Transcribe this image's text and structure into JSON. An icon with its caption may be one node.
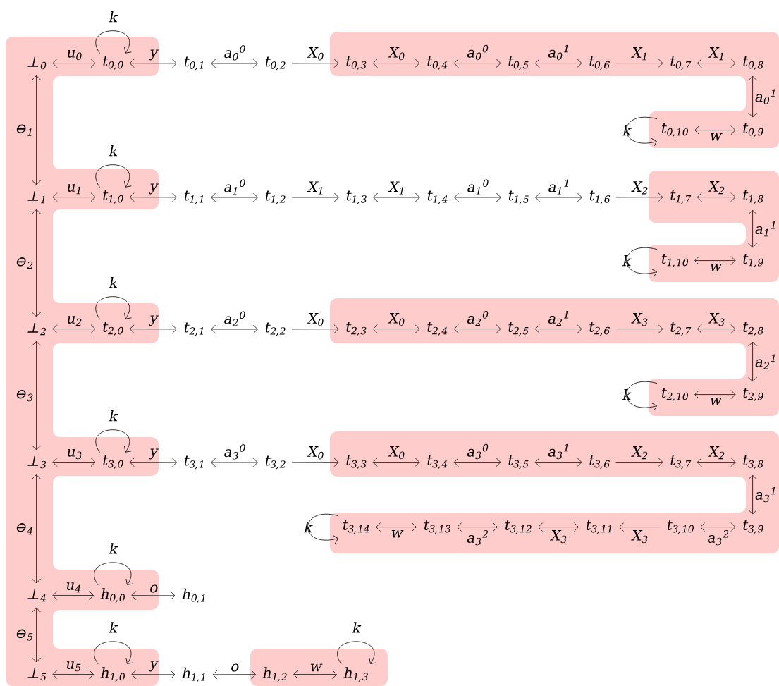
{
  "diagram": {
    "nodes": [
      {
        "text": [],
        "shape": "box"
      },
      {
        "text": [
          "⊥$_{0}$"
        ],
        "in": 0
      },
      {
        "text": [
          "t$_{0,0}$"
        ],
        "in": 0
      },
      {
        "text": [
          "t$_{0,1}$"
        ]
      },
      {
        "text": [
          "t$_{0,2}$"
        ]
      },
      {
        "text": [],
        "shape": "box"
      },
      {
        "text": [
          "t$_{0,3}$"
        ],
        "in": 5
      },
      {
        "text": [
          "t$_{0,4}$"
        ],
        "in": 5
      },
      {
        "text": [
          "t$_{0,5}$"
        ],
        "in": 5
      },
      {
        "text": [
          "t$_{0,6}$"
        ],
        "in": 5
      },
      {
        "text": [
          "t$_{0,7}$"
        ],
        "in": 5
      },
      {
        "text": [
          "t$_{0,8}$"
        ],
        "in": 5
      },
      {
        "text": [
          "t$_{0,10}$"
        ],
        "in": 5
      },
      {
        "text": [
          "t$_{0,9}$"
        ],
        "in": 5
      },
      {
        "text": [
          "⊥$_{1}$"
        ],
        "in": 0
      },
      {
        "text": [
          "t$_{1,0}$"
        ],
        "in": 0
      },
      {
        "text": [
          "t$_{1,1}$"
        ]
      },
      {
        "text": [
          "t$_{1,2}$"
        ]
      },
      {
        "text": [
          "t$_{1,3}$"
        ]
      },
      {
        "text": [
          "t$_{1,4}$"
        ]
      },
      {
        "text": [
          "t$_{1,5}$"
        ]
      },
      {
        "text": [
          "t$_{1,6}$"
        ]
      },
      {
        "text": [],
        "shape": "box"
      },
      {
        "text": [
          "t$_{1,7}$"
        ],
        "in": 22
      },
      {
        "text": [
          "t$_{1,8}$"
        ],
        "in": 22
      },
      {
        "text": [
          "t$_{1,10}$"
        ],
        "in": 22
      },
      {
        "text": [
          "t$_{1,9}$"
        ],
        "in": 22
      },
      {
        "text": [
          "⊥$_{2}$"
        ],
        "in": 0
      },
      {
        "text": [
          "t$_{2,0}$"
        ],
        "in": 0
      },
      {
        "text": [
          "t$_{2,1}$"
        ]
      },
      {
        "text": [
          "t$_{2,2}$"
        ]
      },
      {
        "text": [],
        "shape": "box"
      },
      {
        "text": [
          "t$_{2,3}$"
        ],
        "in": 31
      },
      {
        "text": [
          "t$_{2,4}$"
        ],
        "in": 31
      },
      {
        "text": [
          "t$_{2,5}$"
        ],
        "in": 31
      },
      {
        "text": [
          "t$_{2,6}$"
        ],
        "in": 31
      },
      {
        "text": [
          "t$_{2,7}$"
        ],
        "in": 31
      },
      {
        "text": [
          "t$_{2,8}$"
        ],
        "in": 31
      },
      {
        "text": [
          "t$_{2,10}$"
        ],
        "in": 31
      },
      {
        "text": [
          "t$_{2,9}$"
        ],
        "in": 31
      },
      {
        "text": [
          "⊥$_{3}$"
        ],
        "in": 0
      },
      {
        "text": [
          "t$_{3,0}$"
        ],
        "in": 0
      },
      {
        "text": [
          "t$_{3,1}$"
        ]
      },
      {
        "text": [
          "t$_{3,2}$"
        ]
      },
      {
        "text": [],
        "shape": "box"
      },
      {
        "text": [
          "t$_{3,3}$"
        ],
        "in": 44
      },
      {
        "text": [
          "t$_{3,4}$"
        ],
        "in": 44
      },
      {
        "text": [
          "t$_{3,5}$"
        ],
        "in": 44
      },
      {
        "text": [
          "t$_{3,6}$"
        ],
        "in": 44
      },
      {
        "text": [
          "t$_{3,7}$"
        ],
        "in": 44
      },
      {
        "text": [
          "t$_{3,8}$"
        ],
        "in": 44
      },
      {
        "text": [
          "t$_{3,14}$"
        ],
        "in": 44
      },
      {
        "text": [
          "t$_{3,13}$"
        ],
        "in": 44
      },
      {
        "text": [
          "t$_{3,12}$"
        ],
        "in": 44
      },
      {
        "text": [
          "t$_{3,11}$"
        ],
        "in": 44
      },
      {
        "text": [
          "t$_{3,10}$"
        ],
        "in": 44
      },
      {
        "text": [
          "t$_{3,9}$"
        ],
        "in": 44
      },
      {
        "text": [
          "⊥$_{4}$"
        ],
        "in": 0
      },
      {
        "text": [
          "h$_{0,0}$"
        ],
        "in": 0
      },
      {
        "text": [
          "h$_{0,1}$"
        ]
      },
      {
        "text": [
          "⊥$_{5}$"
        ],
        "in": 0
      },
      {
        "text": [
          "h$_{1,0}$"
        ],
        "in": 0
      },
      {
        "text": [
          "h$_{1,1}$"
        ]
      },
      {
        "text": [],
        "shape": "box"
      },
      {
        "text": [
          "h$_{1,2}$"
        ],
        "in": 63
      },
      {
        "text": [
          "h$_{1,3}$"
        ],
        "in": 63
      }
    ],
    "edges": [
      {
        "from": 1,
        "to": 2,
        "arrow": "both",
        "label": "u$_{0}$"
      },
      {
        "from": 2,
        "to": 2,
        "arrow": "to",
        "label": "k"
      },
      {
        "from": 2,
        "to": 3,
        "arrow": "both",
        "label": "y"
      },
      {
        "from": 3,
        "to": 4,
        "arrow": "both",
        "label": "a$_{0}$$^{0}$"
      },
      {
        "from": 4,
        "to": 6,
        "arrow": "to",
        "label": "X$_{0}$"
      },
      {
        "from": 6,
        "to": 7,
        "arrow": "both",
        "label": "X$_{0}$"
      },
      {
        "from": 7,
        "to": 8,
        "arrow": "both",
        "label": "a$_{0}$$^{0}$"
      },
      {
        "from": 8,
        "to": 9,
        "arrow": "both",
        "label": "a$_{0}$$^{1}$"
      },
      {
        "from": 9,
        "to": 10,
        "arrow": "to",
        "label": "X$_{1}$"
      },
      {
        "from": 10,
        "to": 11,
        "arrow": "both",
        "label": "X$_{1}$"
      },
      {
        "from": 11,
        "to": 13,
        "arrow": "both",
        "label": "a$_{0}$$^{1}$"
      },
      {
        "from": 12,
        "to": 13,
        "arrow": "both",
        "label": "w"
      },
      {
        "from": 12,
        "to": 12,
        "arrow": "to",
        "label": "k"
      },
      {
        "from": 1,
        "to": 14,
        "arrow": "both",
        "label": "⊖$_{1}$"
      },
      {
        "from": 14,
        "to": 15,
        "arrow": "both",
        "label": "u$_{1}$"
      },
      {
        "from": 15,
        "to": 15,
        "arrow": "to",
        "label": "k"
      },
      {
        "from": 15,
        "to": 16,
        "arrow": "both",
        "label": "y"
      },
      {
        "from": 16,
        "to": 17,
        "arrow": "both",
        "label": "a$_{1}$$^{0}$"
      },
      {
        "from": 17,
        "to": 18,
        "arrow": "to",
        "label": "X$_{1}$"
      },
      {
        "from": 18,
        "to": 19,
        "arrow": "both",
        "label": "X$_{1}$"
      },
      {
        "from": 19,
        "to": 20,
        "arrow": "both",
        "label": "a$_{1}$$^{0}$"
      },
      {
        "from": 20,
        "to": 21,
        "arrow": "both",
        "label": "a$_{1}$$^{1}$"
      },
      {
        "from": 21,
        "to": 23,
        "arrow": "to",
        "label": "X$_{2}$"
      },
      {
        "from": 23,
        "to": 24,
        "arrow": "both",
        "label": "X$_{2}$"
      },
      {
        "from": 24,
        "to": 26,
        "arrow": "both",
        "label": "a$_{1}$$^{1}$"
      },
      {
        "from": 25,
        "to": 26,
        "arrow": "both",
        "label": "w"
      },
      {
        "from": 25,
        "to": 25,
        "arrow": "to",
        "label": "k"
      },
      {
        "from": 14,
        "to": 27,
        "arrow": "both",
        "label": "⊖$_{2}$"
      },
      {
        "from": 27,
        "to": 28,
        "arrow": "both",
        "label": "u$_{2}$"
      },
      {
        "from": 28,
        "to": 28,
        "arrow": "to",
        "label": "k"
      },
      {
        "from": 28,
        "to": 29,
        "arrow": "both",
        "label": "y"
      },
      {
        "from": 29,
        "to": 30,
        "arrow": "both",
        "label": "a$_{2}$$^{0}$"
      },
      {
        "from": 30,
        "to": 32,
        "arrow": "to",
        "label": "X$_{0}$"
      },
      {
        "from": 32,
        "to": 33,
        "arrow": "both",
        "label": "X$_{0}$"
      },
      {
        "from": 33,
        "to": 34,
        "arrow": "both",
        "label": "a$_{2}$$^{0}$"
      },
      {
        "from": 34,
        "to": 35,
        "arrow": "both",
        "label": "a$_{2}$$^{1}$"
      },
      {
        "from": 35,
        "to": 36,
        "arrow": "to",
        "label": "X$_{3}$"
      },
      {
        "from": 36,
        "to": 37,
        "arrow": "both",
        "label": "X$_{3}$"
      },
      {
        "from": 37,
        "to": 39,
        "arrow": "both",
        "label": "a$_{2}$$^{1}$"
      },
      {
        "from": 38,
        "to": 39,
        "arrow": "both",
        "label": "w"
      },
      {
        "from": 38,
        "to": 38,
        "arrow": "to",
        "label": "k"
      },
      {
        "from": 27,
        "to": 40,
        "arrow": "both",
        "label": "⊖$_{3}$"
      },
      {
        "from": 40,
        "to": 41,
        "arrow": "both",
        "label": "u$_{3}$"
      },
      {
        "from": 41,
        "to": 41,
        "arrow": "to",
        "label": "k"
      },
      {
        "from": 41,
        "to": 42,
        "arrow": "both",
        "label": "y"
      },
      {
        "from": 42,
        "to": 43,
        "arrow": "both",
        "label": "a$_{3}$$^{0}$"
      },
      {
        "from": 43,
        "to": 45,
        "arrow": "to",
        "label": "X$_{0}$"
      },
      {
        "from": 45,
        "to": 46,
        "arrow": "both",
        "label": "X$_{0}$"
      },
      {
        "from": 46,
        "to": 47,
        "arrow": "both",
        "label": "a$_{3}$$^{0}$"
      },
      {
        "from": 47,
        "to": 48,
        "arrow": "both",
        "label": "a$_{3}$$^{1}$"
      },
      {
        "from": 48,
        "to": 49,
        "arrow": "to",
        "label": "X$_{2}$"
      },
      {
        "from": 49,
        "to": 50,
        "arrow": "both",
        "label": "X$_{2}$"
      },
      {
        "from": 50,
        "to": 56,
        "arrow": "both",
        "label": "a$_{3}$$^{1}$"
      },
      {
        "from": 51,
        "to": 52,
        "arrow": "both",
        "label": "w"
      },
      {
        "from": 52,
        "to": 53,
        "arrow": "both",
        "label": "a$_{3}$$^{2}$"
      },
      {
        "from": 53,
        "to": 54,
        "arrow": "both",
        "label": "X$_{3}$"
      },
      {
        "from": 55,
        "to": 54,
        "arrow": "to",
        "label": "X$_{3}$"
      },
      {
        "from": 55,
        "to": 56,
        "arrow": "both",
        "label": "a$_{3}$$^{2}$"
      },
      {
        "from": 51,
        "to": 51,
        "arrow": "to",
        "label": "k"
      },
      {
        "from": 40,
        "to": 57,
        "arrow": "both",
        "label": "⊖$_{4}$"
      },
      {
        "from": 57,
        "to": 58,
        "arrow": "both",
        "label": "u$_{4}$"
      },
      {
        "from": 58,
        "to": 58,
        "arrow": "to",
        "label": "k"
      },
      {
        "from": 58,
        "to": 59,
        "arrow": "both",
        "label": "o"
      },
      {
        "from": 57,
        "to": 60,
        "arrow": "both",
        "label": "⊖$_{5}$"
      },
      {
        "from": 60,
        "to": 61,
        "arrow": "both",
        "label": "u$_{5}$"
      },
      {
        "from": 61,
        "to": 61,
        "arrow": "to",
        "label": "k"
      },
      {
        "from": 61,
        "to": 62,
        "arrow": "both",
        "label": "y"
      },
      {
        "from": 62,
        "to": 64,
        "arrow": "both",
        "label": "o"
      },
      {
        "from": 64,
        "to": 65,
        "arrow": "both",
        "label": "w"
      },
      {
        "from": 65,
        "to": 65,
        "arrow": "to",
        "label": "k"
      }
    ]
  }
}
